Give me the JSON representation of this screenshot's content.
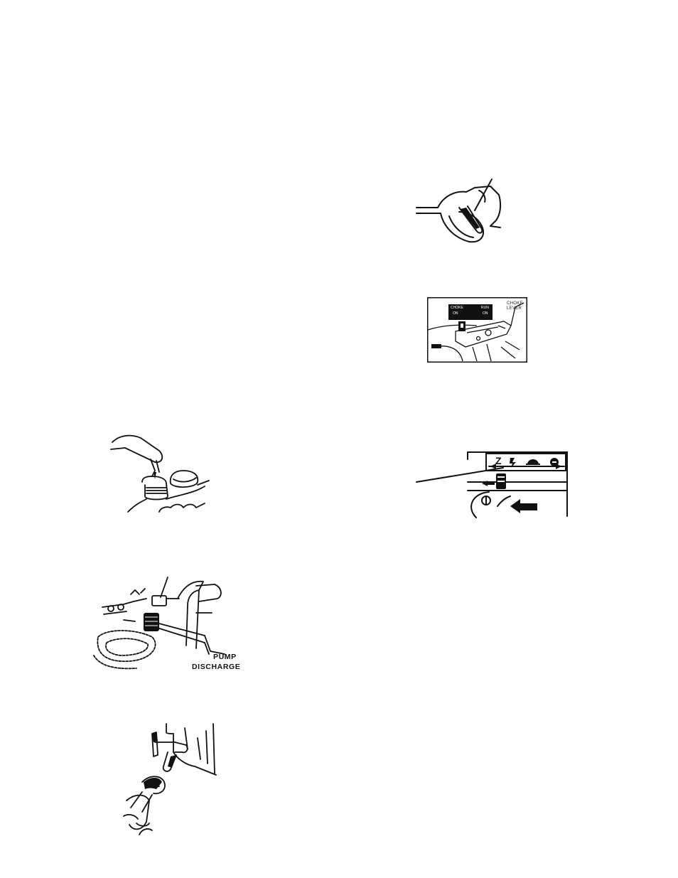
{
  "figures": {
    "spray_gun": {
      "icon": "spray-gun-trigger-icon"
    },
    "choke_panel": {
      "icon": "choke-lever-icon",
      "label_line1": "CHOKE",
      "label_line2": "LEVER",
      "sign_left_1": "CHOKE",
      "sign_left_2": "ON",
      "sign_right_1": "RUN",
      "sign_right_2": "ON"
    },
    "throttle_panel": {
      "icon": "throttle-control-icon",
      "stop_symbol": "Z"
    },
    "oil_fill": {
      "icon": "oil-fill-pour-icon"
    },
    "pump_discharge": {
      "icon": "pump-discharge-hose-icon",
      "label_line1": "PUMP",
      "label_line2": "DISCHARGE"
    },
    "garden_hose": {
      "icon": "garden-hose-faucet-icon"
    }
  }
}
